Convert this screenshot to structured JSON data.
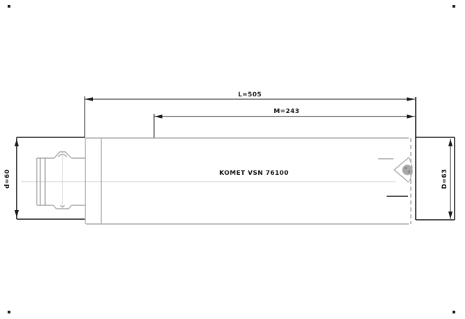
{
  "colors": {
    "line_dark": "#1c1c1c",
    "line_gray": "#a8a8a8",
    "line_light": "#cccccc",
    "text": "#111111",
    "background": "#ffffff"
  },
  "drawing": {
    "part_label": "KOMET  VSN 76100",
    "dimensions": {
      "overall_length": "L=505",
      "intermediate_length": "M=243",
      "left_diameter": "d=60",
      "right_diameter": "D=63"
    }
  }
}
